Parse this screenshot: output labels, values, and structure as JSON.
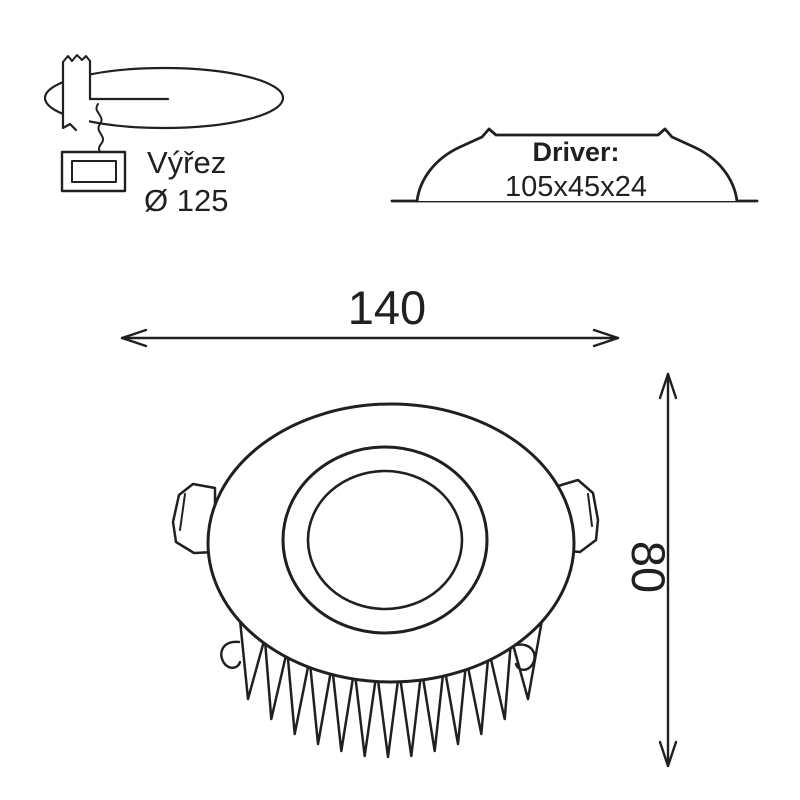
{
  "cutout": {
    "label": "Výřez",
    "diameter": "Ø 125"
  },
  "driver": {
    "title": "Driver:",
    "size": "105x45x24"
  },
  "dimensions": {
    "width": "140",
    "height": "80"
  },
  "colors": {
    "line": "#221f1f",
    "background": "#ffffff"
  }
}
